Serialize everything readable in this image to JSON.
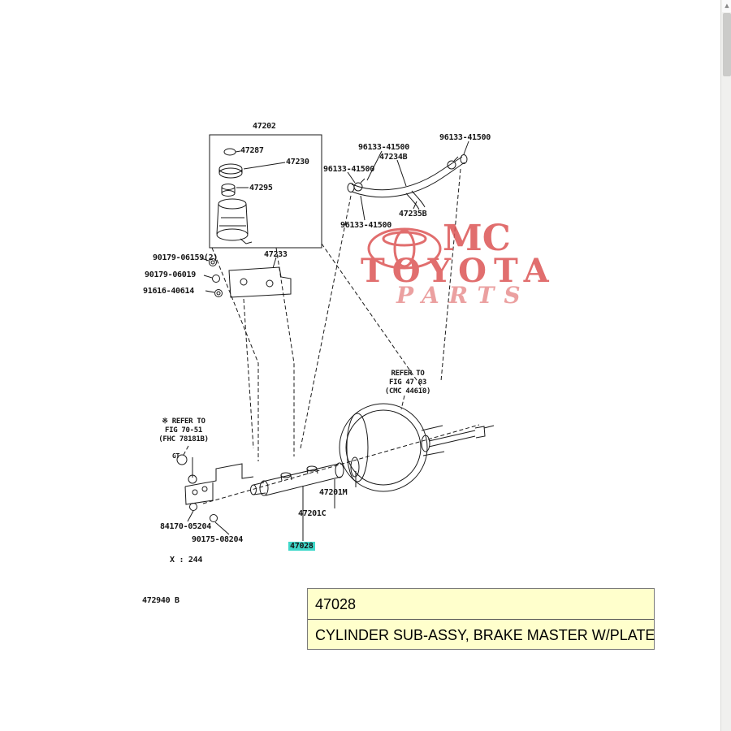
{
  "page": {
    "background": "#ffffff"
  },
  "diagram": {
    "labels": {
      "p47202": "47202",
      "p47287": "47287",
      "p47230": "47230",
      "p47295": "47295",
      "clamp_top": "96133-41500",
      "p47234b": "47234B",
      "clamp_right": "96133-41500",
      "clamp_left": "96133-41500",
      "p47235b": "47235B",
      "clamp_bottom": "96133-41500",
      "p90179_06159": "90179-06159(2)",
      "p90179_06019": "90179-06019",
      "p91616": "91616-40614",
      "p47233": "47233",
      "gt": "GT",
      "p47201m": "47201M",
      "p47201c": "47201C",
      "p47028": "47028",
      "p84170": "84170-05204",
      "p90175": "90175-08204",
      "footnote": "X : 244",
      "fig_code": "472940 B"
    },
    "notes": {
      "refer_booster": [
        "REFER TO",
        "FIG 47 03",
        "(CMC 44610)"
      ],
      "refer_bracket": [
        "※ REFER TO",
        "FIG 70-51",
        "(FHC 78181B)"
      ]
    },
    "highlight_color": "#3fd8ca"
  },
  "watermark": {
    "brand": "MC",
    "word1": "TOYOTA",
    "word2": "PARTS",
    "color": "#dc5555"
  },
  "info_box": {
    "part_number": "47028",
    "description": "CYLINDER SUB-ASSY, BRAKE MASTER W/PLATE",
    "background": "#ffffcc"
  }
}
